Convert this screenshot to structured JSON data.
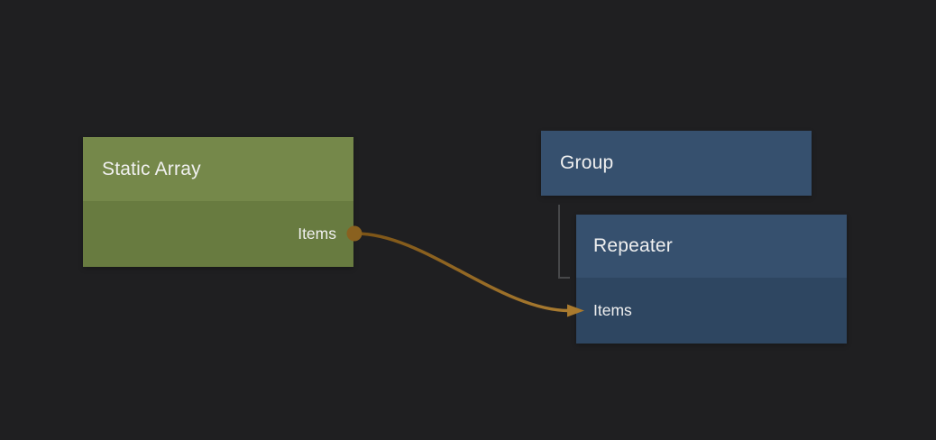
{
  "canvas": {
    "type": "node-editor"
  },
  "nodes": {
    "static_array": {
      "title": "Static Array",
      "outputs": [
        {
          "label": "Items"
        }
      ]
    },
    "group": {
      "title": "Group"
    },
    "repeater": {
      "title": "Repeater",
      "parent": "Group",
      "inputs": [
        {
          "label": "Items"
        }
      ]
    }
  },
  "connections": [
    {
      "from_node": "Static Array",
      "from_port": "Items",
      "to_node": "Repeater",
      "to_port": "Items"
    }
  ],
  "colors": {
    "background": "#1f1f21",
    "array_header": "#75884a",
    "array_body": "#687b40",
    "header_blue": "#36506e",
    "repeater_body": "#2e4661",
    "wire_start": "#7b5316",
    "wire_end": "#aa7c31",
    "port_dot": "#8a611f",
    "arrow": "#a97a2e",
    "tree_line": "#47484a",
    "text": "#f0f0f0"
  }
}
